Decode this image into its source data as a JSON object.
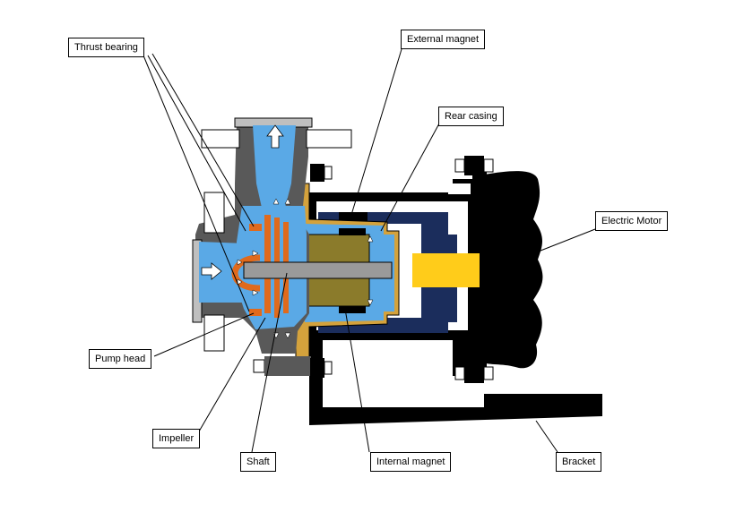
{
  "labels": {
    "thrust_bearing": "Thrust bearing",
    "external_magnet": "External magnet",
    "rear_casing": "Rear casing",
    "electric_motor": "Electric Motor",
    "pump_head": "Pump head",
    "impeller": "Impeller",
    "shaft": "Shaft",
    "internal_magnet": "Internal magnet",
    "bracket": "Bracket"
  },
  "colors": {
    "fluid": "#5aa9e6",
    "casing": "#595959",
    "black": "#000000",
    "magnet_olive": "#8b7b2b",
    "orange_parts": "#e06a1c",
    "flange_tan": "#d4a23c",
    "navy": "#1b2d5c",
    "coupling_yellow": "#ffcc1a",
    "shaft_gray": "#9a9a9a"
  },
  "icons": [
    "inlet-arrow-icon",
    "outlet-arrow-icon"
  ]
}
